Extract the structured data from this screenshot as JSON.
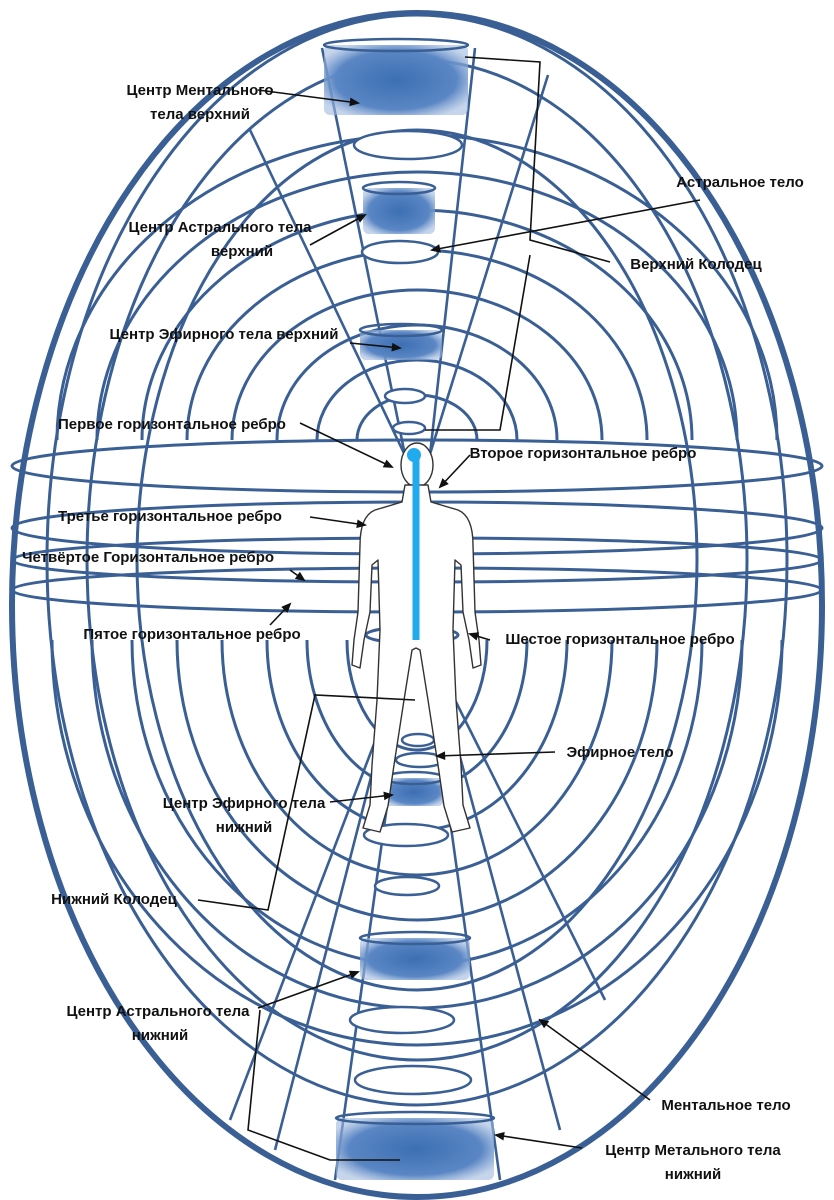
{
  "labels": {
    "mental_upper_center_1": "Центр Ментального",
    "mental_upper_center_2": "тела верхний",
    "astral_body": "Астральное тело",
    "astral_upper_center_1": "Центр Астрального тела",
    "astral_upper_center_2": "верхний",
    "upper_well": "Верхний Колодец",
    "etheric_upper_center": "Центр Эфирного тела верхний",
    "rib_1": "Первое горизонтальное ребро",
    "rib_2": "Вторoе горизонтальное ребро",
    "rib_3": "Третье горизонтальное ребро",
    "rib_4": "Четвёртое Горизонтальное ребро",
    "rib_5": "Пятое горизонтальное ребро",
    "rib_6": "Шестое горизонтальное ребро",
    "etheric_body": "Эфирное тело",
    "etheric_lower_center_1": "Центр Эфирного тела",
    "etheric_lower_center_2": "нижний",
    "lower_well": "Нижний Колодец",
    "astral_lower_center_1": "Центр Астрального тела",
    "astral_lower_center_2": "нижний",
    "mental_body": "Ментальное тело",
    "mental_lower_center_1": "Центр Метального тела",
    "mental_lower_center_2": "нижний"
  },
  "colors": {
    "field_line": "#3a5f94",
    "center_fill": "#4a78b8",
    "channel": "#22aaee",
    "pointer": "#111111"
  },
  "icons": {
    "figure": "human-figure-outline-icon"
  }
}
